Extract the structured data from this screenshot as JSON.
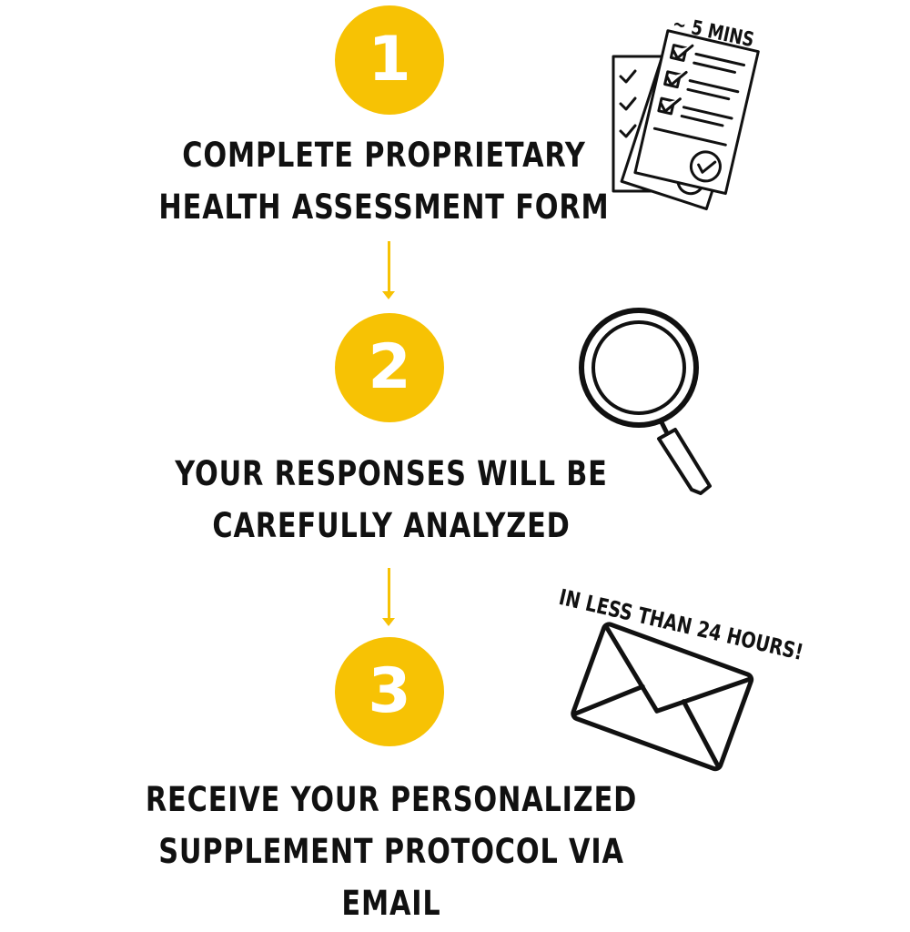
{
  "colors": {
    "accent": "#F7C204",
    "number_text": "#FFFFFF",
    "body_text": "#111111",
    "line_art": "#111111"
  },
  "steps": [
    {
      "number": "1",
      "line1": "COMPLETE PROPRIETARY",
      "line2": "HEALTH ASSESSMENT FORM",
      "icon": "checklist-documents-icon",
      "note": "~ 5 MINS"
    },
    {
      "number": "2",
      "line1": "YOUR RESPONSES WILL BE",
      "line2": "CAREFULLY ANALYZED",
      "icon": "magnifying-glass-icon"
    },
    {
      "number": "3",
      "line1": "RECEIVE YOUR PERSONALIZED",
      "line2": "SUPPLEMENT PROTOCOL VIA EMAIL",
      "icon": "envelope-icon",
      "note": "IN LESS THAN 24 HOURS!"
    }
  ],
  "connectors": [
    {
      "from": "1",
      "to": "2",
      "icon": "arrow-down-icon"
    },
    {
      "from": "2",
      "to": "3",
      "icon": "arrow-down-icon"
    }
  ]
}
